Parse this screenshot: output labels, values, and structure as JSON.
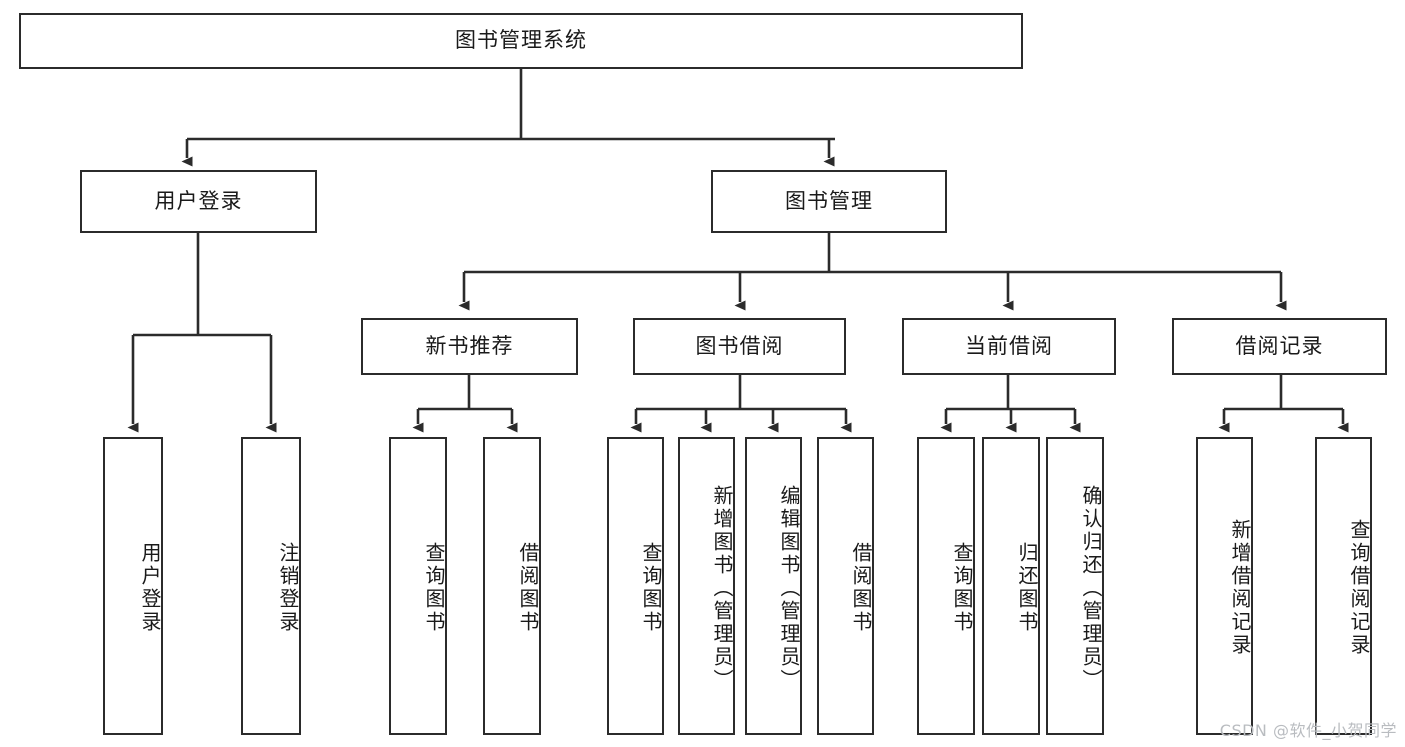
{
  "diagram": {
    "type": "tree-hierarchy",
    "title": "图书管理系统",
    "watermark": "CSDN @软件_小贺同学",
    "colors": {
      "box_border": "#2b2b2b",
      "box_fill": "#ffffff",
      "connector": "#2b2b2b",
      "text": "#1a1a1a",
      "watermark": "#b9bcc0"
    },
    "root": {
      "id": "root",
      "label": "图书管理系统"
    },
    "level2": [
      {
        "id": "user-login",
        "label": "用户登录"
      },
      {
        "id": "book-manage",
        "label": "图书管理"
      }
    ],
    "level3": [
      {
        "id": "new-book-recommend",
        "label": "新书推荐",
        "parent": "book-manage"
      },
      {
        "id": "book-borrow",
        "label": "图书借阅",
        "parent": "book-manage"
      },
      {
        "id": "current-borrow",
        "label": "当前借阅",
        "parent": "book-manage"
      },
      {
        "id": "borrow-record",
        "label": "借阅记录",
        "parent": "book-manage"
      }
    ],
    "leaves": {
      "user_login": [
        {
          "id": "leaf-user-login",
          "label": "用户登录"
        },
        {
          "id": "leaf-user-logout",
          "label": "注销登录"
        }
      ],
      "new_book_recommend": [
        {
          "id": "leaf-query-book-1",
          "label": "查询图书"
        },
        {
          "id": "leaf-borrow-book-1",
          "label": "借阅图书"
        }
      ],
      "book_borrow": [
        {
          "id": "leaf-query-book-2",
          "label": "查询图书"
        },
        {
          "id": "leaf-add-book",
          "label": "新增图书（管理员）"
        },
        {
          "id": "leaf-edit-book",
          "label": "编辑图书（管理员）"
        },
        {
          "id": "leaf-borrow-book-2",
          "label": "借阅图书"
        }
      ],
      "current_borrow": [
        {
          "id": "leaf-query-book-3",
          "label": "查询图书"
        },
        {
          "id": "leaf-return-book",
          "label": "归还图书"
        },
        {
          "id": "leaf-confirm-return",
          "label": "确认归还（管理员）"
        }
      ],
      "borrow_record": [
        {
          "id": "leaf-add-record",
          "label": "新增借阅记录"
        },
        {
          "id": "leaf-query-record",
          "label": "查询借阅记录"
        }
      ]
    }
  }
}
